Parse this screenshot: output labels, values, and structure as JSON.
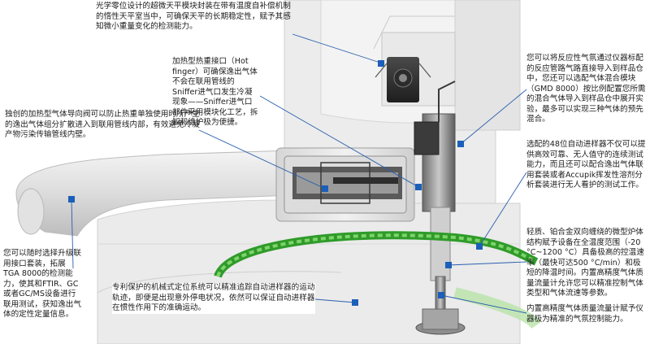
{
  "callouts": {
    "balance": "光学零位设计的超微天平模块封装在带有温度自补偿机制的惰性天平室当中，可确保天平的长期稳定性，赋予其感知微小重量变化的检测能力。",
    "hot_finger": "加热型热重接口（Hot finger）可确保逸出气体不会在联用管线的Sniffer进气口发生冷凝现象——Sniffer进气口部件采用模块化工艺，拆卸和维护极为便捷。",
    "heated_valve": "独创的加热型气体导向阀可以防止热重单独使用时所产生的逸出气体组分扩散进入到联用管线内部，有效避免冷凝产物污染传输管线内壁。",
    "reactive_gas": "您可以将反应性气氛通过仪器标配的反应管路气路直接导入到样品仓中，您还可以选配气体混合模块（GMD 8000）按比例配置您所需的混合气体导入到样品仓中展开实验，最多可以实现三种气体的预先混合。",
    "autosampler": "选配的48位自动进样器不仅可以提供高效可靠、无人值守的连续测试能力，而且还可以配合逸出气体联用套装或者Accupik挥发性溶剂分析套装进行无人看护的测试工作。",
    "interfaces": "您可以随时选择升级联用接口套装，拓展TGA 8000的检测能力，使其和FTIR、GC或者GC/MS设备进行联用测试，获知逸出气体的定性定量信息。",
    "furnace": "轻质、铂合金双向缠绕的微型炉体结构赋予设备在全温度范围（-20 °C~1200 °C）具备极高的控温速率（最快可达500 °C/min）和极短的降温时间。内置高精度气体质量流量计允许您可以精准控制气体类型和气体流速等参数。",
    "robot": "专利保护的机械式定位系统可以精准追踪自动进样器的运动轨迹，即便是出现意外停电状况，依然可以保证自动进样器在惯性作用下的准确运动。",
    "mfc": "内置高精度气体质量流量计赋予仪器极为精准的气氛控制能力。"
  },
  "colors": {
    "marker": "#1b5fb8",
    "leader": "#2a5fae",
    "housing": "#e9e9e9",
    "ring": "#2f9b2a"
  }
}
